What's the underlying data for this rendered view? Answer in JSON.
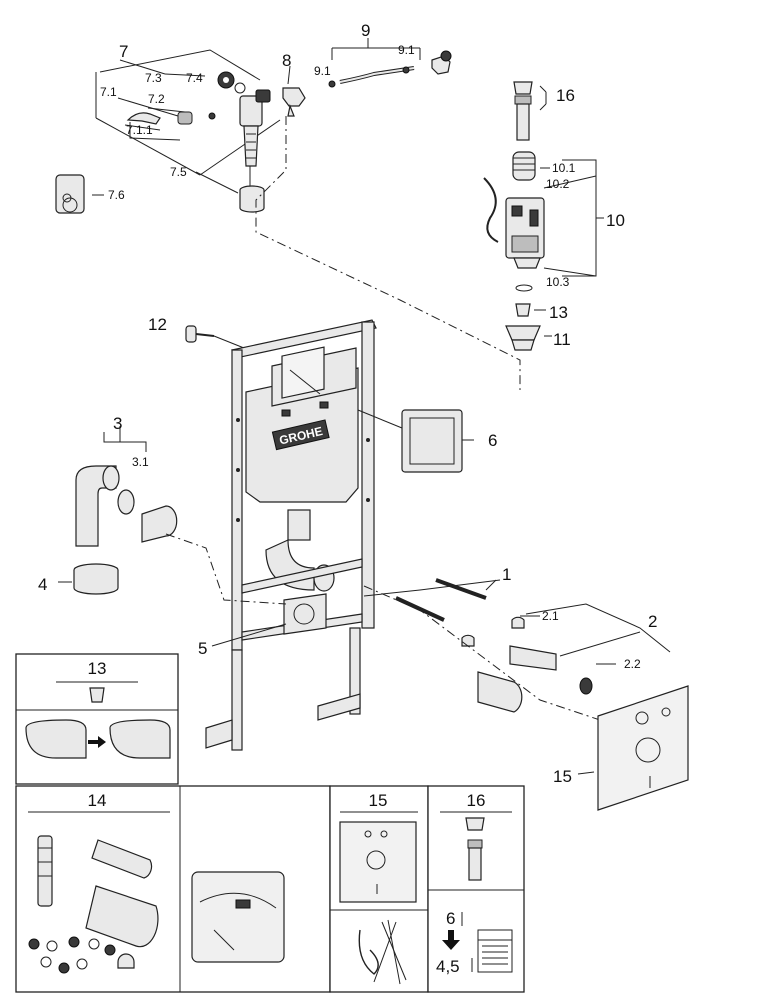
{
  "callouts": {
    "c7": "7",
    "c7_3": "7.3",
    "c7_4": "7.4",
    "c7_1": "7.1",
    "c7_2": "7.2",
    "c7_1_1": "7.1.1",
    "c7_5": "7.5",
    "c7_6": "7.6",
    "c8": "8",
    "c9": "9",
    "c9_1a": "9.1",
    "c9_1b": "9.1",
    "c16": "16",
    "c10_1": "10.1",
    "c10_2": "10.2",
    "c10": "10",
    "c10_3": "10.3",
    "c13": "13",
    "c11": "11",
    "c12": "12",
    "c3": "3",
    "c3_1": "3.1",
    "c6": "6",
    "c4": "4",
    "c5": "5",
    "c1": "1",
    "c2": "2",
    "c2_1": "2.1",
    "c2_2": "2.2",
    "c15": "15"
  },
  "logo_text": "GROHE",
  "panels": {
    "p13": "13",
    "p14": "14",
    "p15": "15",
    "p16": "16",
    "depth_max": "6",
    "depth_min": "4,5"
  },
  "icons": [
    "arrow-right-icon",
    "arrow-down-icon",
    "ear-muted-icon",
    "water-level-icon"
  ]
}
